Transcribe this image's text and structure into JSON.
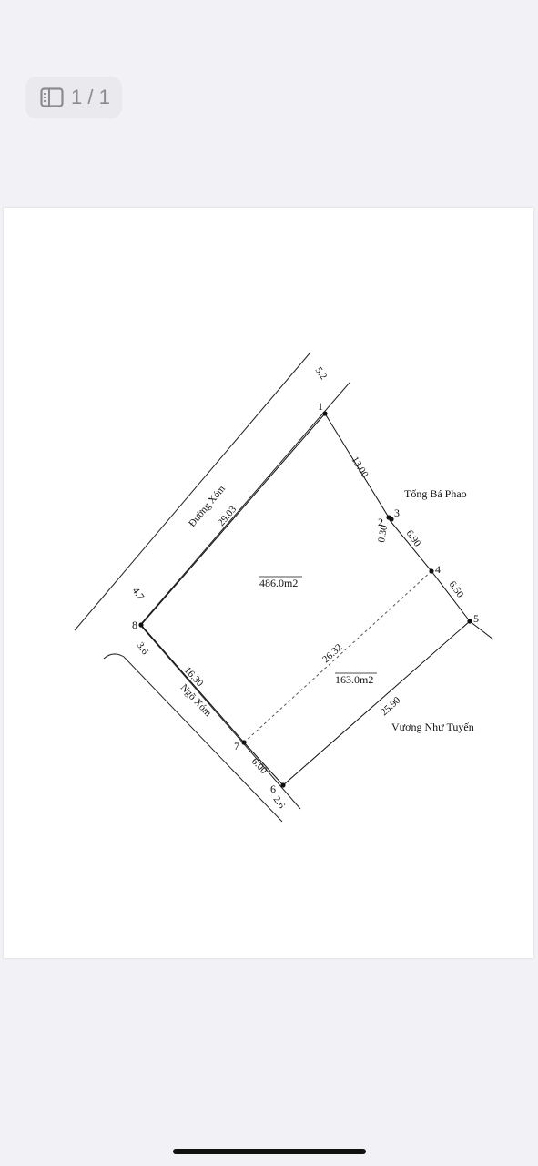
{
  "viewer": {
    "page_indicator": "1 / 1",
    "page_icon": "sidebar-page-icon"
  },
  "plan": {
    "points": [
      "1",
      "2",
      "3",
      "4",
      "5",
      "6",
      "7",
      "8"
    ],
    "areas": {
      "main": "486.0m2",
      "sub": "163.0m2"
    },
    "dimensions": {
      "d_1_3": "13.00",
      "d_2_3": "0.30",
      "d_3_4": "6.90",
      "d_4_5": "6.50",
      "d_5_6": "25.90",
      "d_6_7": "6.00",
      "d_7_8": "16.30",
      "d_8_1": "29.03",
      "d_4_7": "26.32",
      "road_width_top": "5.2",
      "road_width_mid": "4.7",
      "lane_width_top": "3.6",
      "lane_width_bottom": "2.6"
    },
    "labels": {
      "road": "Đường Xóm",
      "lane": "Ngõ Xóm",
      "neighbor_top": "Tống Bá Phao",
      "neighbor_bottom": "Vương Như Tuyến"
    }
  }
}
